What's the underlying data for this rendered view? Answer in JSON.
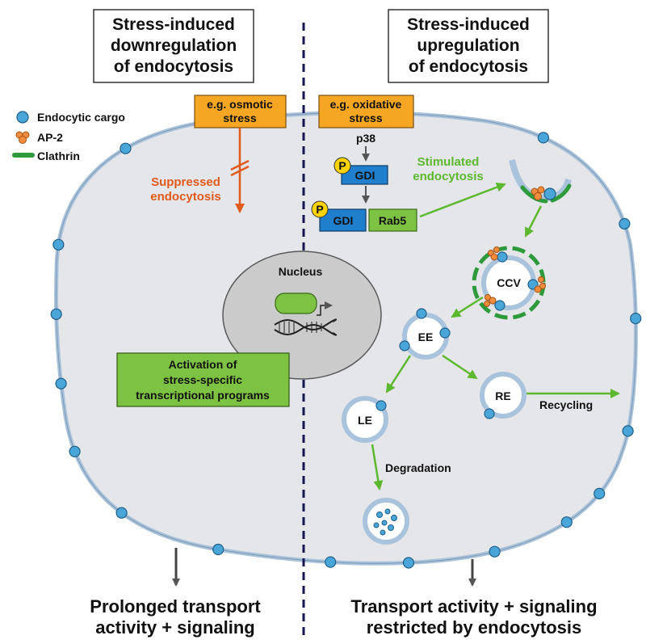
{
  "left_panel": {
    "title_lines": [
      "Stress-induced",
      "downregulation",
      "of endocytosis"
    ],
    "stress_box_lines": [
      "e.g. osmotic",
      "stress"
    ],
    "suppressed_lines": [
      "Suppressed",
      "endocytosis"
    ],
    "bottom_lines": [
      "Prolonged transport",
      "activity + signaling"
    ]
  },
  "right_panel": {
    "title_lines": [
      "Stress-induced",
      "upregulation",
      "of endocytosis"
    ],
    "stress_box_lines": [
      "e.g. oxidative",
      "stress"
    ],
    "kinase": "p38",
    "phospho": "P",
    "gdi": "GDI",
    "rab5": "Rab5",
    "stimulated_lines": [
      "Stimulated",
      "endocytosis"
    ],
    "ccv": "CCV",
    "ee": "EE",
    "le": "LE",
    "re": "RE",
    "recycling": "Recycling",
    "degradation": "Degradation",
    "bottom_lines": [
      "Transport activity + signaling",
      "restricted by endocytosis"
    ]
  },
  "legend": [
    {
      "label": "Endocytic cargo"
    },
    {
      "label": "AP-2"
    },
    {
      "label": "Clathrin"
    }
  ],
  "nucleus": {
    "label": "Nucleus",
    "activation_lines": [
      "Activation of",
      "stress-specific",
      "transcriptional programs"
    ]
  },
  "colors": {
    "cargo": "#4aa6d8",
    "ap2": "#f08c3c",
    "clathrin": "#2e9a3c",
    "stress_box": "#f5a623",
    "suppressed": "#e05a1c",
    "green_arrow": "#5cb82e",
    "gdi": "#1f7fcc",
    "rab5": "#7dc242",
    "phospho": "#ffd200",
    "cell_fill": "#e5e6ea",
    "membrane": "#a9c3dc",
    "nucleus_fill": "#cbcbcb",
    "divider": "#161650"
  }
}
